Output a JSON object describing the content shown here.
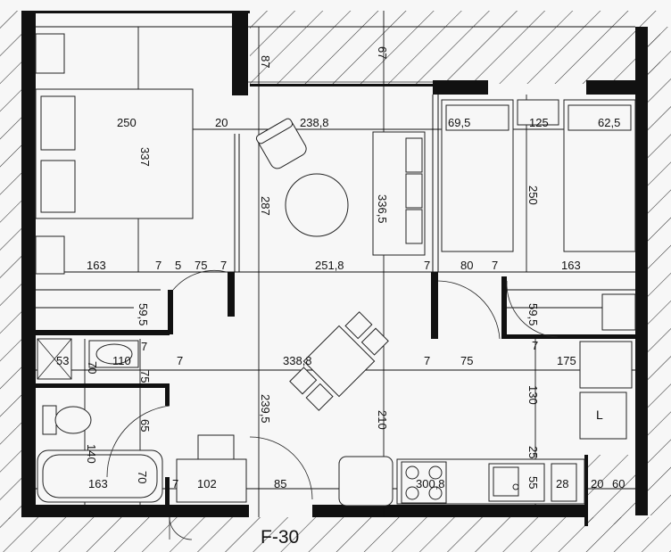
{
  "plan": {
    "title": "F-30",
    "dimensions": {
      "d_250": "250",
      "d_20": "20",
      "d_238_8": "238,8",
      "d_69_5": "69,5",
      "d_125": "125",
      "d_62_5": "62,5",
      "d_337": "337",
      "d_87": "87",
      "d_67": "67",
      "d_287": "287",
      "d_336_5": "336,5",
      "d_250_v": "250",
      "d_163_a": "163",
      "d_7_a": "7",
      "d_5": "5",
      "d_75_a": "75",
      "d_7_b": "7",
      "d_251_8": "251,8",
      "d_7_c": "7",
      "d_80": "80",
      "d_7_d": "7",
      "d_163_b": "163",
      "d_59_5_a": "59,5",
      "d_59_5_b": "59,5",
      "d_53": "53",
      "d_70_a": "70",
      "d_110": "110",
      "d_7_e": "7",
      "d_7_f": "7",
      "d_338_8": "338,8",
      "d_7_g": "7",
      "d_75_b": "75",
      "d_175": "175",
      "d_75_c": "75",
      "d_7_h": "7",
      "d_130": "130",
      "d_65": "65",
      "d_239_5": "239,5",
      "d_210": "210",
      "d_140": "140",
      "d_25": "25",
      "d_163_c": "163",
      "d_70_b": "70",
      "d_7_i": "7",
      "d_102": "102",
      "d_85": "85",
      "d_300_8": "300,8",
      "d_55": "55",
      "d_28": "28",
      "d_20_b": "20",
      "d_60": "60"
    },
    "fridge_label": "L"
  }
}
